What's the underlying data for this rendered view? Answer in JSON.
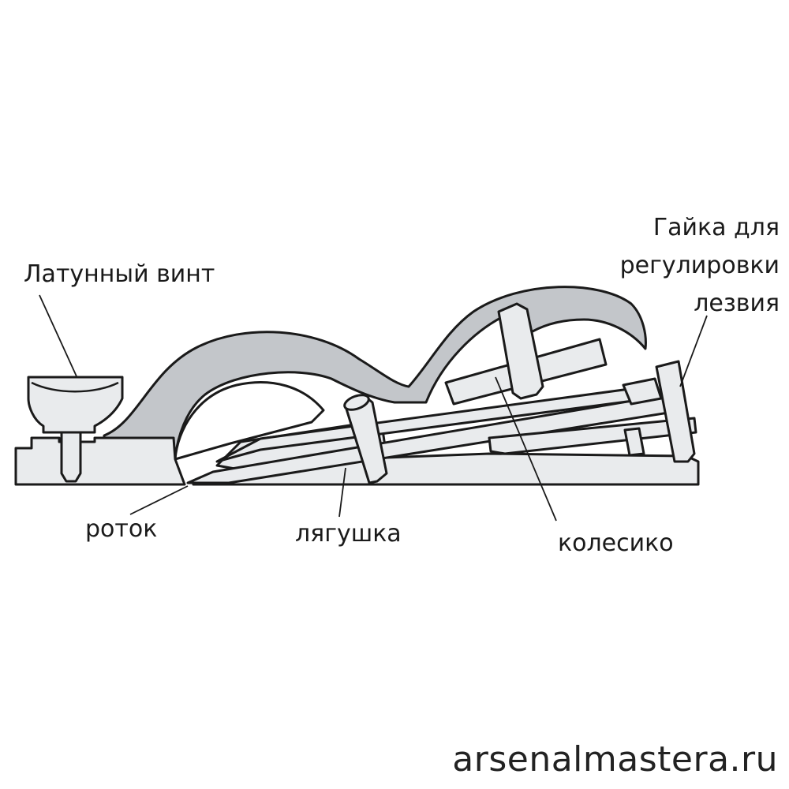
{
  "labels": {
    "brass_screw": "Латунный винт",
    "mouth": "роток",
    "frog": "лягушка",
    "wheel": "колесико",
    "blade_nut_line1": "Гайка для",
    "blade_nut_line2": "регулировки",
    "blade_nut_line3": "лезвия"
  },
  "watermark": "arsenalmastera.ru",
  "colors": {
    "outline": "#1a1a1a",
    "metal_fill": "#e9ebed",
    "shade_fill": "#c3c6ca",
    "background": "#ffffff"
  }
}
